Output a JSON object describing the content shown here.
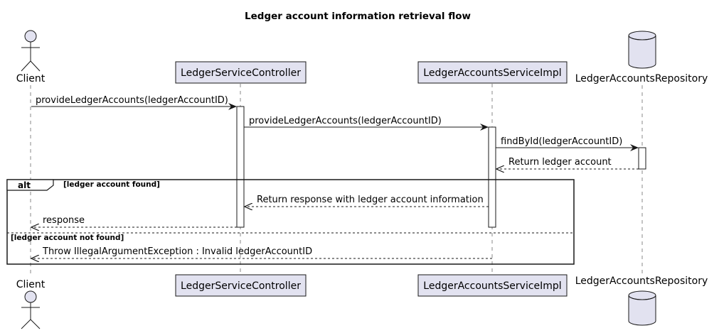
{
  "diagram": {
    "title": "Ledger account information retrieval flow",
    "participants": [
      {
        "name": "Client",
        "kind": "actor"
      },
      {
        "name": "LedgerServiceController",
        "kind": "participant"
      },
      {
        "name": "LedgerAccountsServiceImpl",
        "kind": "participant"
      },
      {
        "name": "LedgerAccountsRepository",
        "kind": "database"
      }
    ],
    "messages": [
      {
        "text": "provideLedgerAccounts(ledgerAccountID)",
        "from": 0,
        "to": 1,
        "style": "solid"
      },
      {
        "text": "provideLedgerAccounts(ledgerAccountID)",
        "from": 1,
        "to": 2,
        "style": "solid"
      },
      {
        "text": "findById(ledgerAccountID)",
        "from": 2,
        "to": 3,
        "style": "solid"
      },
      {
        "text": "Return ledger account",
        "from": 3,
        "to": 2,
        "style": "dashed"
      },
      {
        "text": "Return response with ledger account information",
        "from": 2,
        "to": 1,
        "style": "dashed"
      },
      {
        "text": "response",
        "from": 1,
        "to": 0,
        "style": "dashed"
      },
      {
        "text": "Throw IllegalArgumentException : Invalid ledgerAccountID",
        "from": 2,
        "to": 0,
        "style": "dashed"
      }
    ],
    "fragment": {
      "operator": "alt",
      "guard1": "[ledger account found]",
      "guard2": "[ledger account not found]"
    },
    "colors": {
      "participant_fill": "#E2E2F0",
      "participant_border": "#181818",
      "lifeline": "#888888",
      "activation_fill": "#ffffff"
    }
  }
}
